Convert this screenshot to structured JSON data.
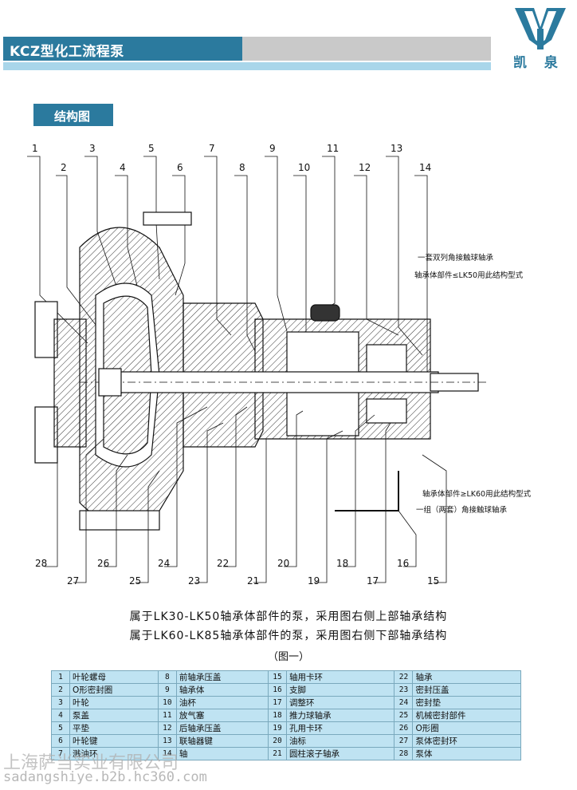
{
  "header": {
    "title": "KCZ型化工流程泵"
  },
  "logo": {
    "text": "凯 泉"
  },
  "section": {
    "title": "结构图"
  },
  "diagram": {
    "top_numbers": [
      "1",
      "2",
      "3",
      "4",
      "5",
      "6",
      "7",
      "8",
      "9",
      "10",
      "11",
      "12",
      "13",
      "14"
    ],
    "bottom_numbers": [
      "28",
      "27",
      "26",
      "25",
      "24",
      "23",
      "22",
      "21",
      "20",
      "19",
      "18",
      "17",
      "16",
      "15"
    ],
    "annotation_top_1": "一套双列角接触球轴承",
    "annotation_top_2": "轴承体部件≤LK50用此结构型式",
    "annotation_bottom_1": "轴承体部件≥LK60用此结构型式",
    "annotation_bottom_2": "一组（两套）角接触球轴承"
  },
  "notes": {
    "line1": "属于LK30-LK50轴承体部件的泵，采用图右侧上部轴承结构",
    "line2": "属于LK60-LK85轴承体部件的泵，采用图右侧下部轴承结构",
    "caption": "（图一）"
  },
  "parts_table": [
    [
      [
        "1",
        "叶轮螺母"
      ],
      [
        "8",
        "前轴承压盖"
      ],
      [
        "15",
        "轴用卡环"
      ],
      [
        "22",
        "轴承"
      ]
    ],
    [
      [
        "2",
        "O形密封圈"
      ],
      [
        "9",
        "轴承体"
      ],
      [
        "16",
        "支脚"
      ],
      [
        "23",
        "密封压盖"
      ]
    ],
    [
      [
        "3",
        "叶轮"
      ],
      [
        "10",
        "油杯"
      ],
      [
        "17",
        "调整环"
      ],
      [
        "24",
        "密封垫"
      ]
    ],
    [
      [
        "4",
        "泵盖"
      ],
      [
        "11",
        "放气塞"
      ],
      [
        "18",
        "推力球轴承"
      ],
      [
        "25",
        "机械密封部件"
      ]
    ],
    [
      [
        "5",
        "平垫"
      ],
      [
        "12",
        "后轴承压盖"
      ],
      [
        "19",
        "孔用卡环"
      ],
      [
        "26",
        "O形圈"
      ]
    ],
    [
      [
        "6",
        "叶轮键"
      ],
      [
        "13",
        "联轴器键"
      ],
      [
        "20",
        "油标"
      ],
      [
        "27",
        "泵体密封环"
      ]
    ],
    [
      [
        "7",
        "溅油环"
      ],
      [
        "14",
        "轴"
      ],
      [
        "21",
        "圆柱滚子轴承"
      ],
      [
        "28",
        "泵体"
      ]
    ]
  ],
  "watermark": {
    "line1": "上海萨当实业有限公司",
    "line2": "sadangshiye.b2b.hc360.com"
  },
  "colors": {
    "brand": "#2b7a9e",
    "header_grey": "#c9c9c9",
    "light_blue": "#a9d6ea",
    "table_bg": "#bfe3f2"
  }
}
